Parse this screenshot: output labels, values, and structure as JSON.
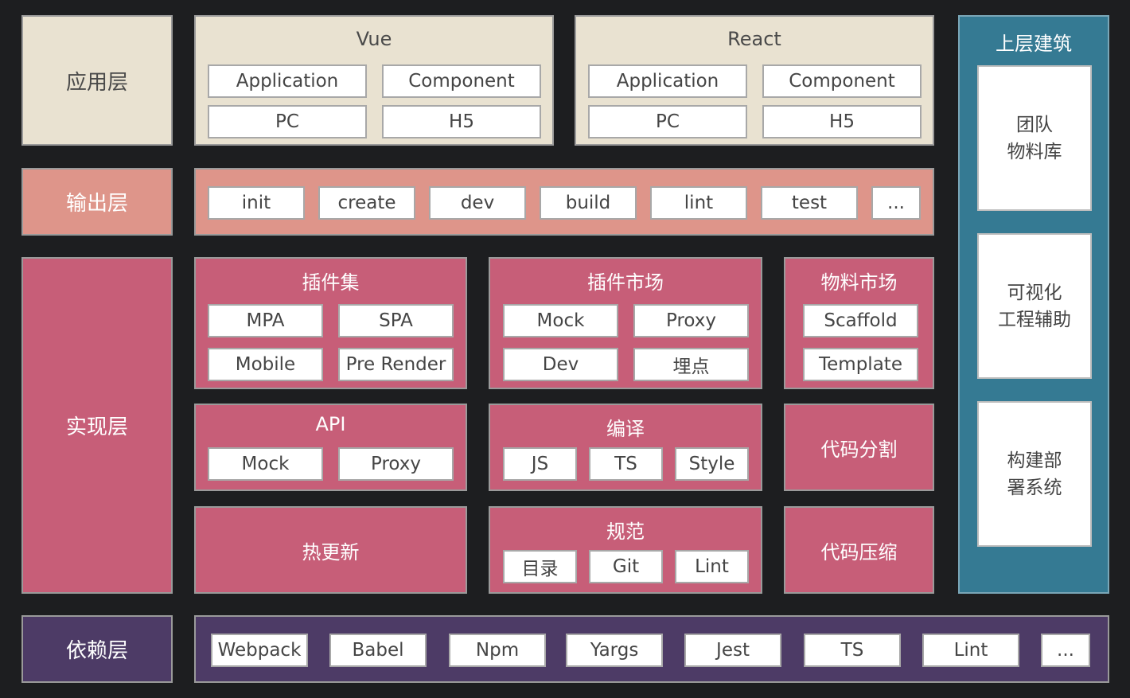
{
  "colors": {
    "background": "#1d1e20",
    "app_layer": "#e9e2d1",
    "output_layer": "#de958a",
    "impl_layer": "#c75e78",
    "dep_layer": "#4d3b66",
    "upper_layer": "#357a93"
  },
  "layers": {
    "app": "应用层",
    "output": "输出层",
    "impl": "实现层",
    "dep": "依赖层"
  },
  "vue": {
    "title": "Vue",
    "items": [
      "Application",
      "Component",
      "PC",
      "H5"
    ]
  },
  "react": {
    "title": "React",
    "items": [
      "Application",
      "Component",
      "PC",
      "H5"
    ]
  },
  "output_commands": [
    "init",
    "create",
    "dev",
    "build",
    "lint",
    "test",
    "..."
  ],
  "plugins": {
    "title": "插件集",
    "items": [
      "MPA",
      "SPA",
      "Mobile",
      "Pre Render"
    ]
  },
  "plugin_market": {
    "title": "插件市场",
    "items": [
      "Mock",
      "Proxy",
      "Dev",
      "埋点"
    ]
  },
  "material_market": {
    "title": "物料市场",
    "items": [
      "Scaffold",
      "Template"
    ]
  },
  "api": {
    "title": "API",
    "items": [
      "Mock",
      "Proxy"
    ]
  },
  "compile": {
    "title": "编译",
    "items": [
      "JS",
      "TS",
      "Style"
    ]
  },
  "code_split": "代码分割",
  "hot_reload": "热更新",
  "standards": {
    "title": "规范",
    "items": [
      "目录",
      "Git",
      "Lint"
    ]
  },
  "code_compress": "代码压缩",
  "dependencies": [
    "Webpack",
    "Babel",
    "Npm",
    "Yargs",
    "Jest",
    "TS",
    "Lint",
    "..."
  ],
  "upper": {
    "title": "上层建筑",
    "cards": [
      "团队\n物料库",
      "可视化\n工程辅助",
      "构建部\n署系统"
    ]
  }
}
